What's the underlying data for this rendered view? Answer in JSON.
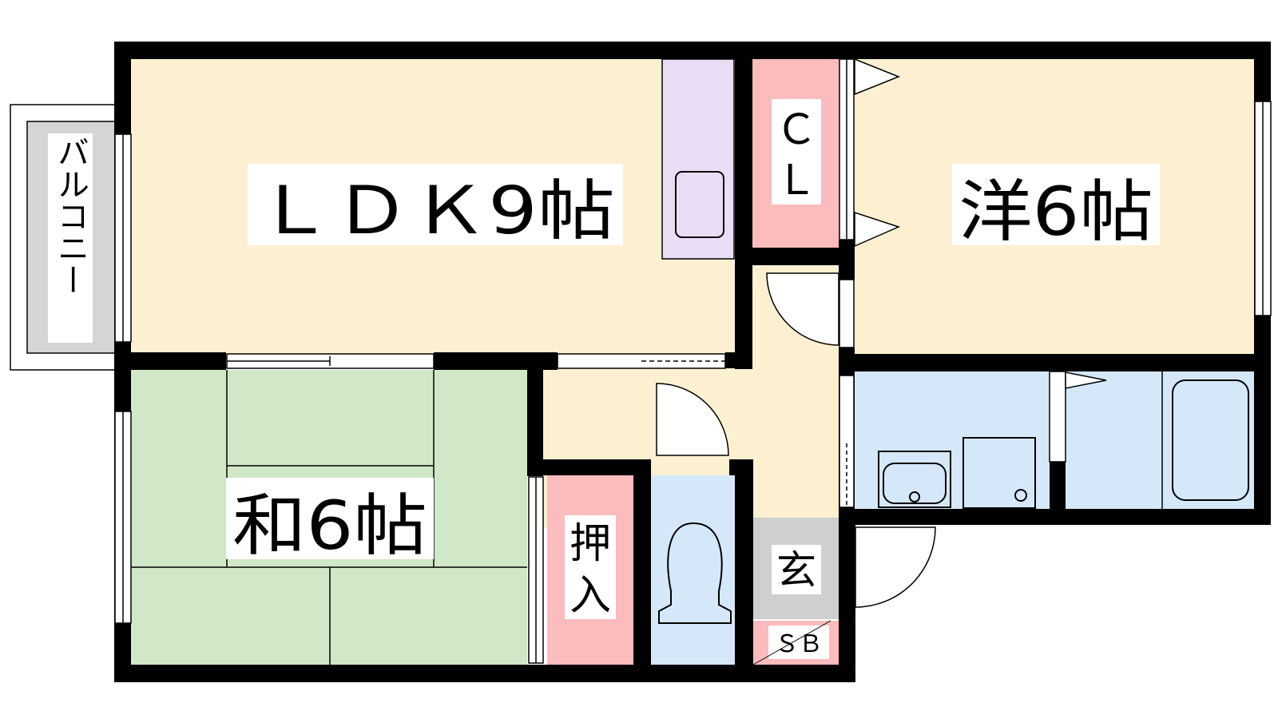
{
  "floorplan": {
    "rooms": {
      "ldk": {
        "label": "ＬＤＫ9帖"
      },
      "western": {
        "label": "洋6帖"
      },
      "japanese": {
        "label": "和6帖"
      },
      "closet": {
        "label_line1": "Ｃ",
        "label_line2": "Ｌ"
      },
      "oshiire": {
        "label_line1": "押",
        "label_line2": "入"
      },
      "genkan": {
        "label": "玄"
      },
      "shoebox": {
        "label": "ＳＢ"
      },
      "balcony": {
        "label": "バルコニー"
      }
    },
    "colors": {
      "ldk_floor": "#fdf0d0",
      "tatami": "#d1e8c8",
      "wet_area": "#d5e8fa",
      "storage": "#fcbbbd",
      "kitchen": "#ebdcf5",
      "genkan": "#cfcfcf",
      "balcony": "#d5d5d5",
      "wall": "#000000"
    }
  }
}
